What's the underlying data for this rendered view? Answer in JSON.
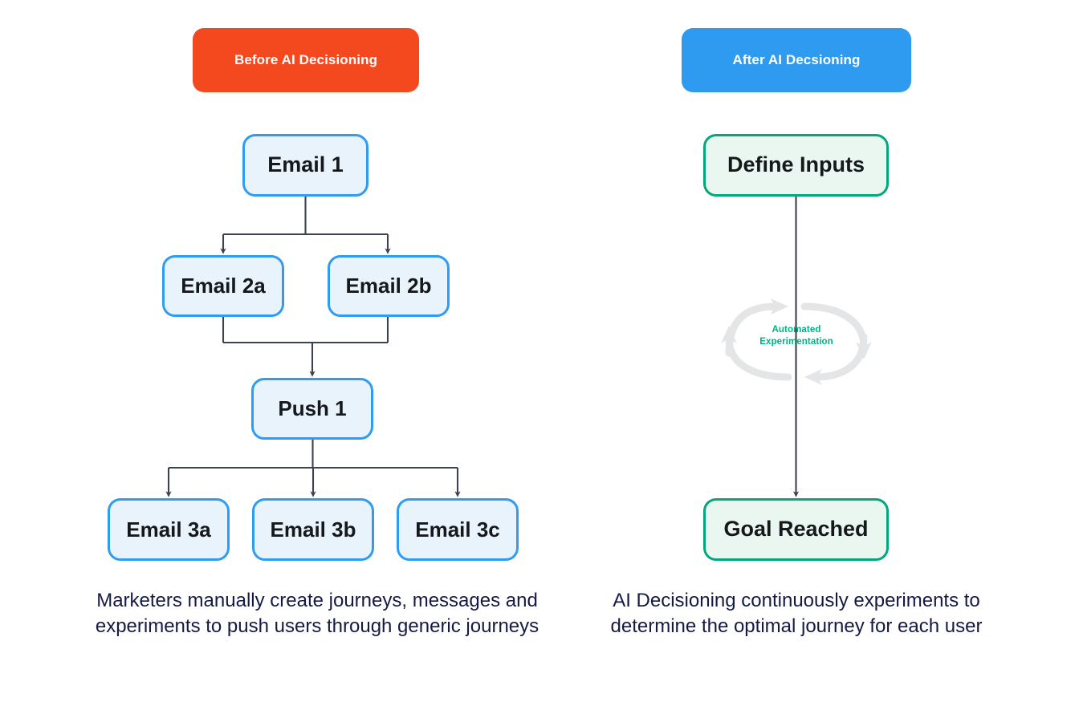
{
  "diagram": {
    "title": "Before and After AI Decisioning",
    "colors": {
      "before_badge": "#f4491f",
      "after_badge": "#2e9bf0",
      "node_blue_border": "#2f9cf4",
      "node_blue_fill": "#e9f3fb",
      "node_green_border": "#00a87c",
      "node_green_fill": "#eaf7f1",
      "connector": "#3c4250",
      "loop_arrow": "#e3e5e7",
      "loop_label": "#00b383",
      "caption": "#141a45"
    }
  },
  "left_panel": {
    "badge": "Before AI Decisioning",
    "nodes": [
      {
        "id": "email1",
        "label": "Email 1"
      },
      {
        "id": "email2a",
        "label": "Email 2a"
      },
      {
        "id": "email2b",
        "label": "Email 2b"
      },
      {
        "id": "push1",
        "label": "Push 1"
      },
      {
        "id": "email3a",
        "label": "Email 3a"
      },
      {
        "id": "email3b",
        "label": "Email 3b"
      },
      {
        "id": "email3c",
        "label": "Email 3c"
      }
    ],
    "caption": "Marketers manually create journeys, messages and experiments to push users through generic journeys"
  },
  "right_panel": {
    "badge": "After AI Decsioning",
    "nodes": [
      {
        "id": "define",
        "label": "Define Inputs"
      },
      {
        "id": "goal",
        "label": "Goal Reached"
      }
    ],
    "loop_label_line1": "Automated",
    "loop_label_line2": "Experimentation",
    "caption": "AI Decisioning continuously experiments to determine the optimal journey for each user"
  }
}
